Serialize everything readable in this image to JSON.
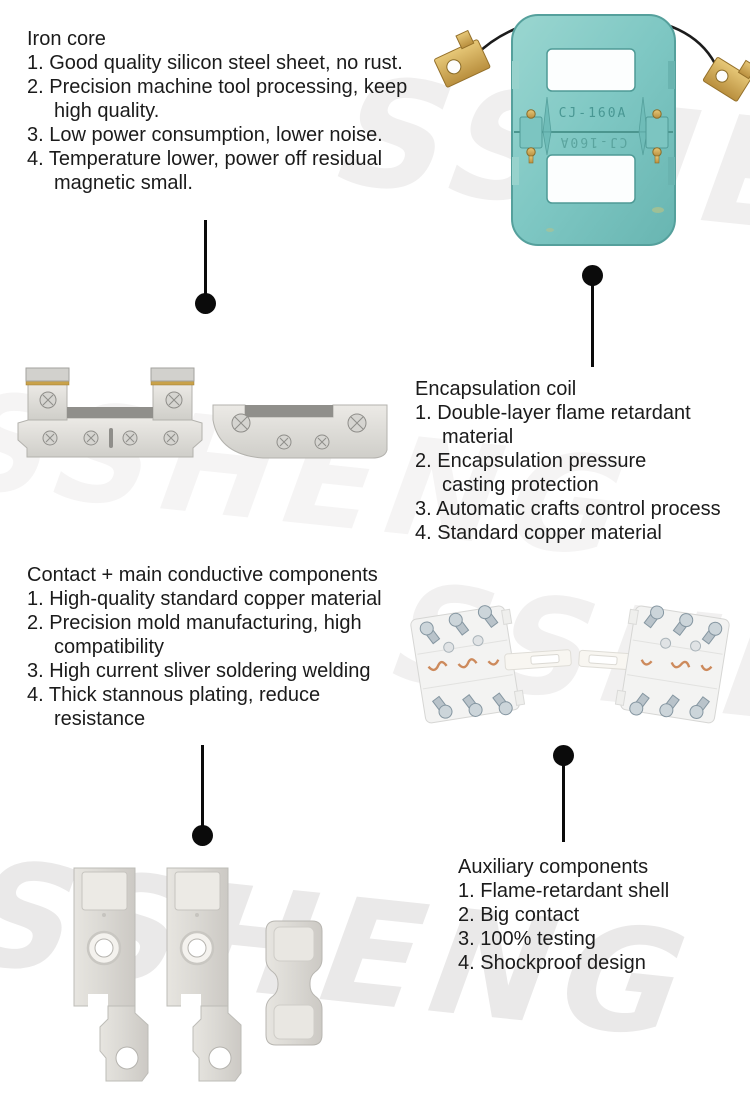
{
  "page": {
    "title": "Contactor components infographic",
    "background": "#ffffff"
  },
  "watermark": {
    "text": "SSHENG",
    "color": "#ececec"
  },
  "sections": {
    "iron_core": {
      "title": "Iron core",
      "items": [
        "1. Good quality silicon steel sheet, no rust.",
        "2. Precision machine tool processing, keep\nhigh quality.",
        "3. Low power consumption, lower noise.",
        "4. Temperature lower, power off residual\nmagnetic small."
      ]
    },
    "encapsulation_coil": {
      "title": "Encapsulation coil",
      "items": [
        "1. Double-layer flame retardant\nmaterial",
        "2. Encapsulation pressure\ncasting protection",
        "3. Automatic crafts control process",
        "4. Standard copper material"
      ]
    },
    "contact_components": {
      "title": "Contact + main conductive components",
      "items": [
        "1. High-quality standard copper material",
        "2. Precision mold manufacturing, high\ncompatibility",
        "3. High current sliver soldering welding",
        "4. Thick stannous plating, reduce\nresistance"
      ]
    },
    "auxiliary_components": {
      "title": "Auxiliary components",
      "items": [
        "1. Flame-retardant shell",
        "2. Big contact",
        "3. 100% testing",
        "4. Shockproof design"
      ]
    }
  },
  "figures": {
    "coil": {
      "name": "encapsulation-coil-photo",
      "marking": "CJ-160A",
      "marking_mirrored": "CJ-160A"
    },
    "iron_core": {
      "name": "iron-core-laminations-photo"
    },
    "contact_blocks": {
      "name": "contact-block-assemblies-photo"
    },
    "terminals": {
      "name": "copper-terminals-photo"
    }
  },
  "colors": {
    "text": "#1b1b1b",
    "connector": "#0b0b0b",
    "coil_teal": "#7ec7c3",
    "brass": "#c9a24a",
    "silver": "#dcdbd7",
    "copper": "#cd8a5c",
    "steel_screw": "#a9bcc7",
    "watermark_gray": "#ececec"
  }
}
